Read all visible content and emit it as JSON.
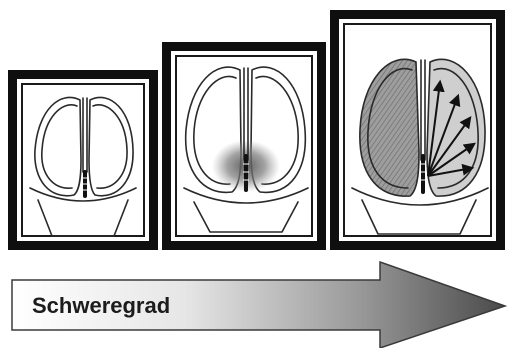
{
  "severity_arrow": {
    "label": "Schweregrad",
    "gradient_colors": [
      "#ffffff",
      "#d8d8d8",
      "#8a8a8a",
      "#4a4a4a"
    ]
  },
  "panels": [
    {
      "stage": 1,
      "shading": "none",
      "arrows": 0
    },
    {
      "stage": 2,
      "shading": "central-blur",
      "arrows": 0
    },
    {
      "stage": 3,
      "shading": "left-lobe-full",
      "arrows": 5
    }
  ],
  "colors": {
    "frame": "#0f0f0f",
    "outline": "#2a2a2a",
    "shading_dark": "#6d6d6d",
    "shading_light": "#bdbdbd"
  }
}
